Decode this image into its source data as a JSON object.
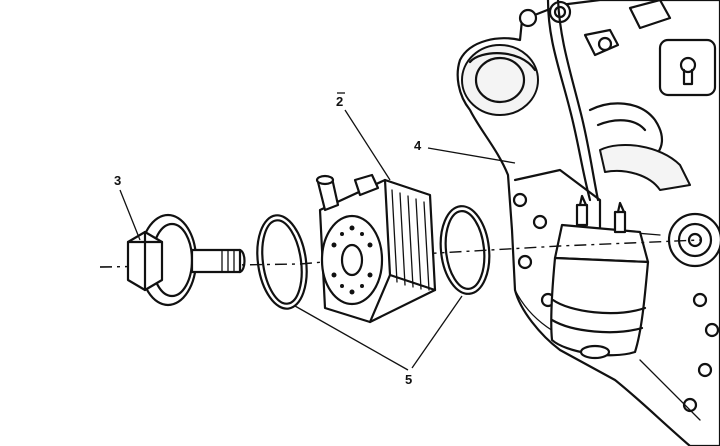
{
  "callouts": {
    "item_2": "2",
    "item_3": "3",
    "item_4": "4",
    "item_5": "5"
  },
  "parts": {
    "bolt": "oil-cooler-bolt-icon",
    "seal_front": "o-ring-seal-icon",
    "cooler": "oil-cooler-icon",
    "seal_rear": "o-ring-seal-icon",
    "engine_block": "engine-block-icon",
    "filter": "oil-filter-housing-icon"
  }
}
